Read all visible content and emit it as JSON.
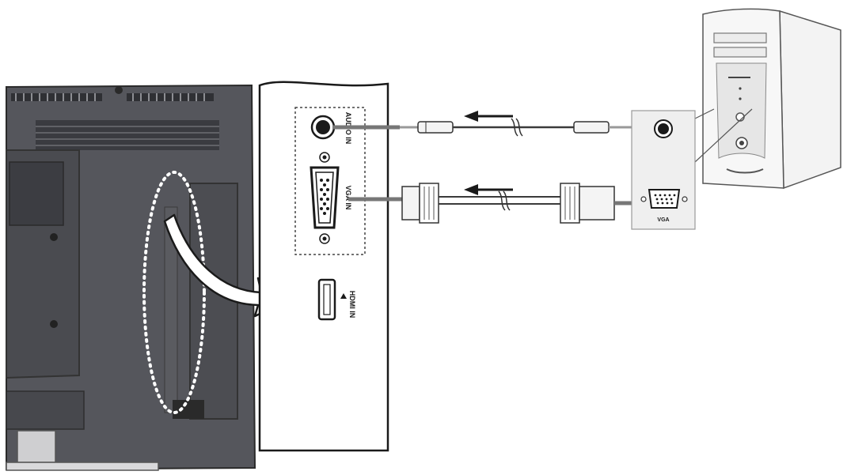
{
  "labels": {
    "audio_in": "AUDIO IN",
    "vga_in": "VGA IN",
    "hdmi_in": "HDMI IN",
    "pc_vga": "VGA"
  },
  "colors": {
    "monitor_body": "#55565c",
    "monitor_shadow": "#3e3f44",
    "panel_fill": "#ffffff",
    "line": "#1a1a1a",
    "cable": "#7a7a7a",
    "pc_fill": "#efefef"
  },
  "icons": {
    "direction_arrow": "arrow-left-icon",
    "callout_arrow": "curved-arrow-icon",
    "hdmi_symbol": "triangle-icon"
  }
}
